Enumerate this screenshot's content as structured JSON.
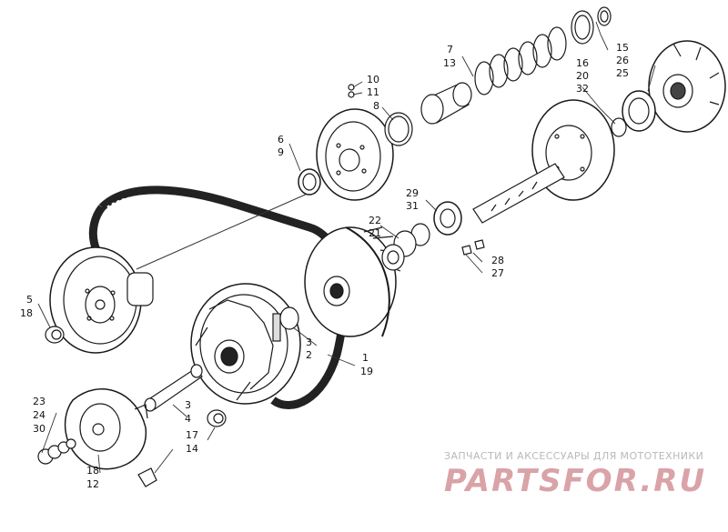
{
  "diagram": {
    "callouts": {
      "c10": "10",
      "c11": "11",
      "c8": "8",
      "c7": "7",
      "c13": "13",
      "c15": "15",
      "c26": "26",
      "c25": "25",
      "c16": "16",
      "c20": "20",
      "c32": "32",
      "c6": "6",
      "c9": "9",
      "c29": "29",
      "c31": "31",
      "c22": "22",
      "c21": "21",
      "c28": "28",
      "c27": "27",
      "c5": "5",
      "c18a": "18",
      "c3a": "3",
      "c2": "2",
      "c1": "1",
      "c19": "19",
      "c3b": "3",
      "c4": "4",
      "c17": "17",
      "c14": "14",
      "c23": "23",
      "c24": "24",
      "c30": "30",
      "c18b": "18",
      "c12": "12"
    }
  },
  "watermark": {
    "caption": "ЗАПЧАСТИ И АКСЕССУАРЫ ДЛЯ МОТОТЕХНИКИ",
    "logo_text": "PARTSFOR.RU",
    "color": "#d9a3a8"
  }
}
